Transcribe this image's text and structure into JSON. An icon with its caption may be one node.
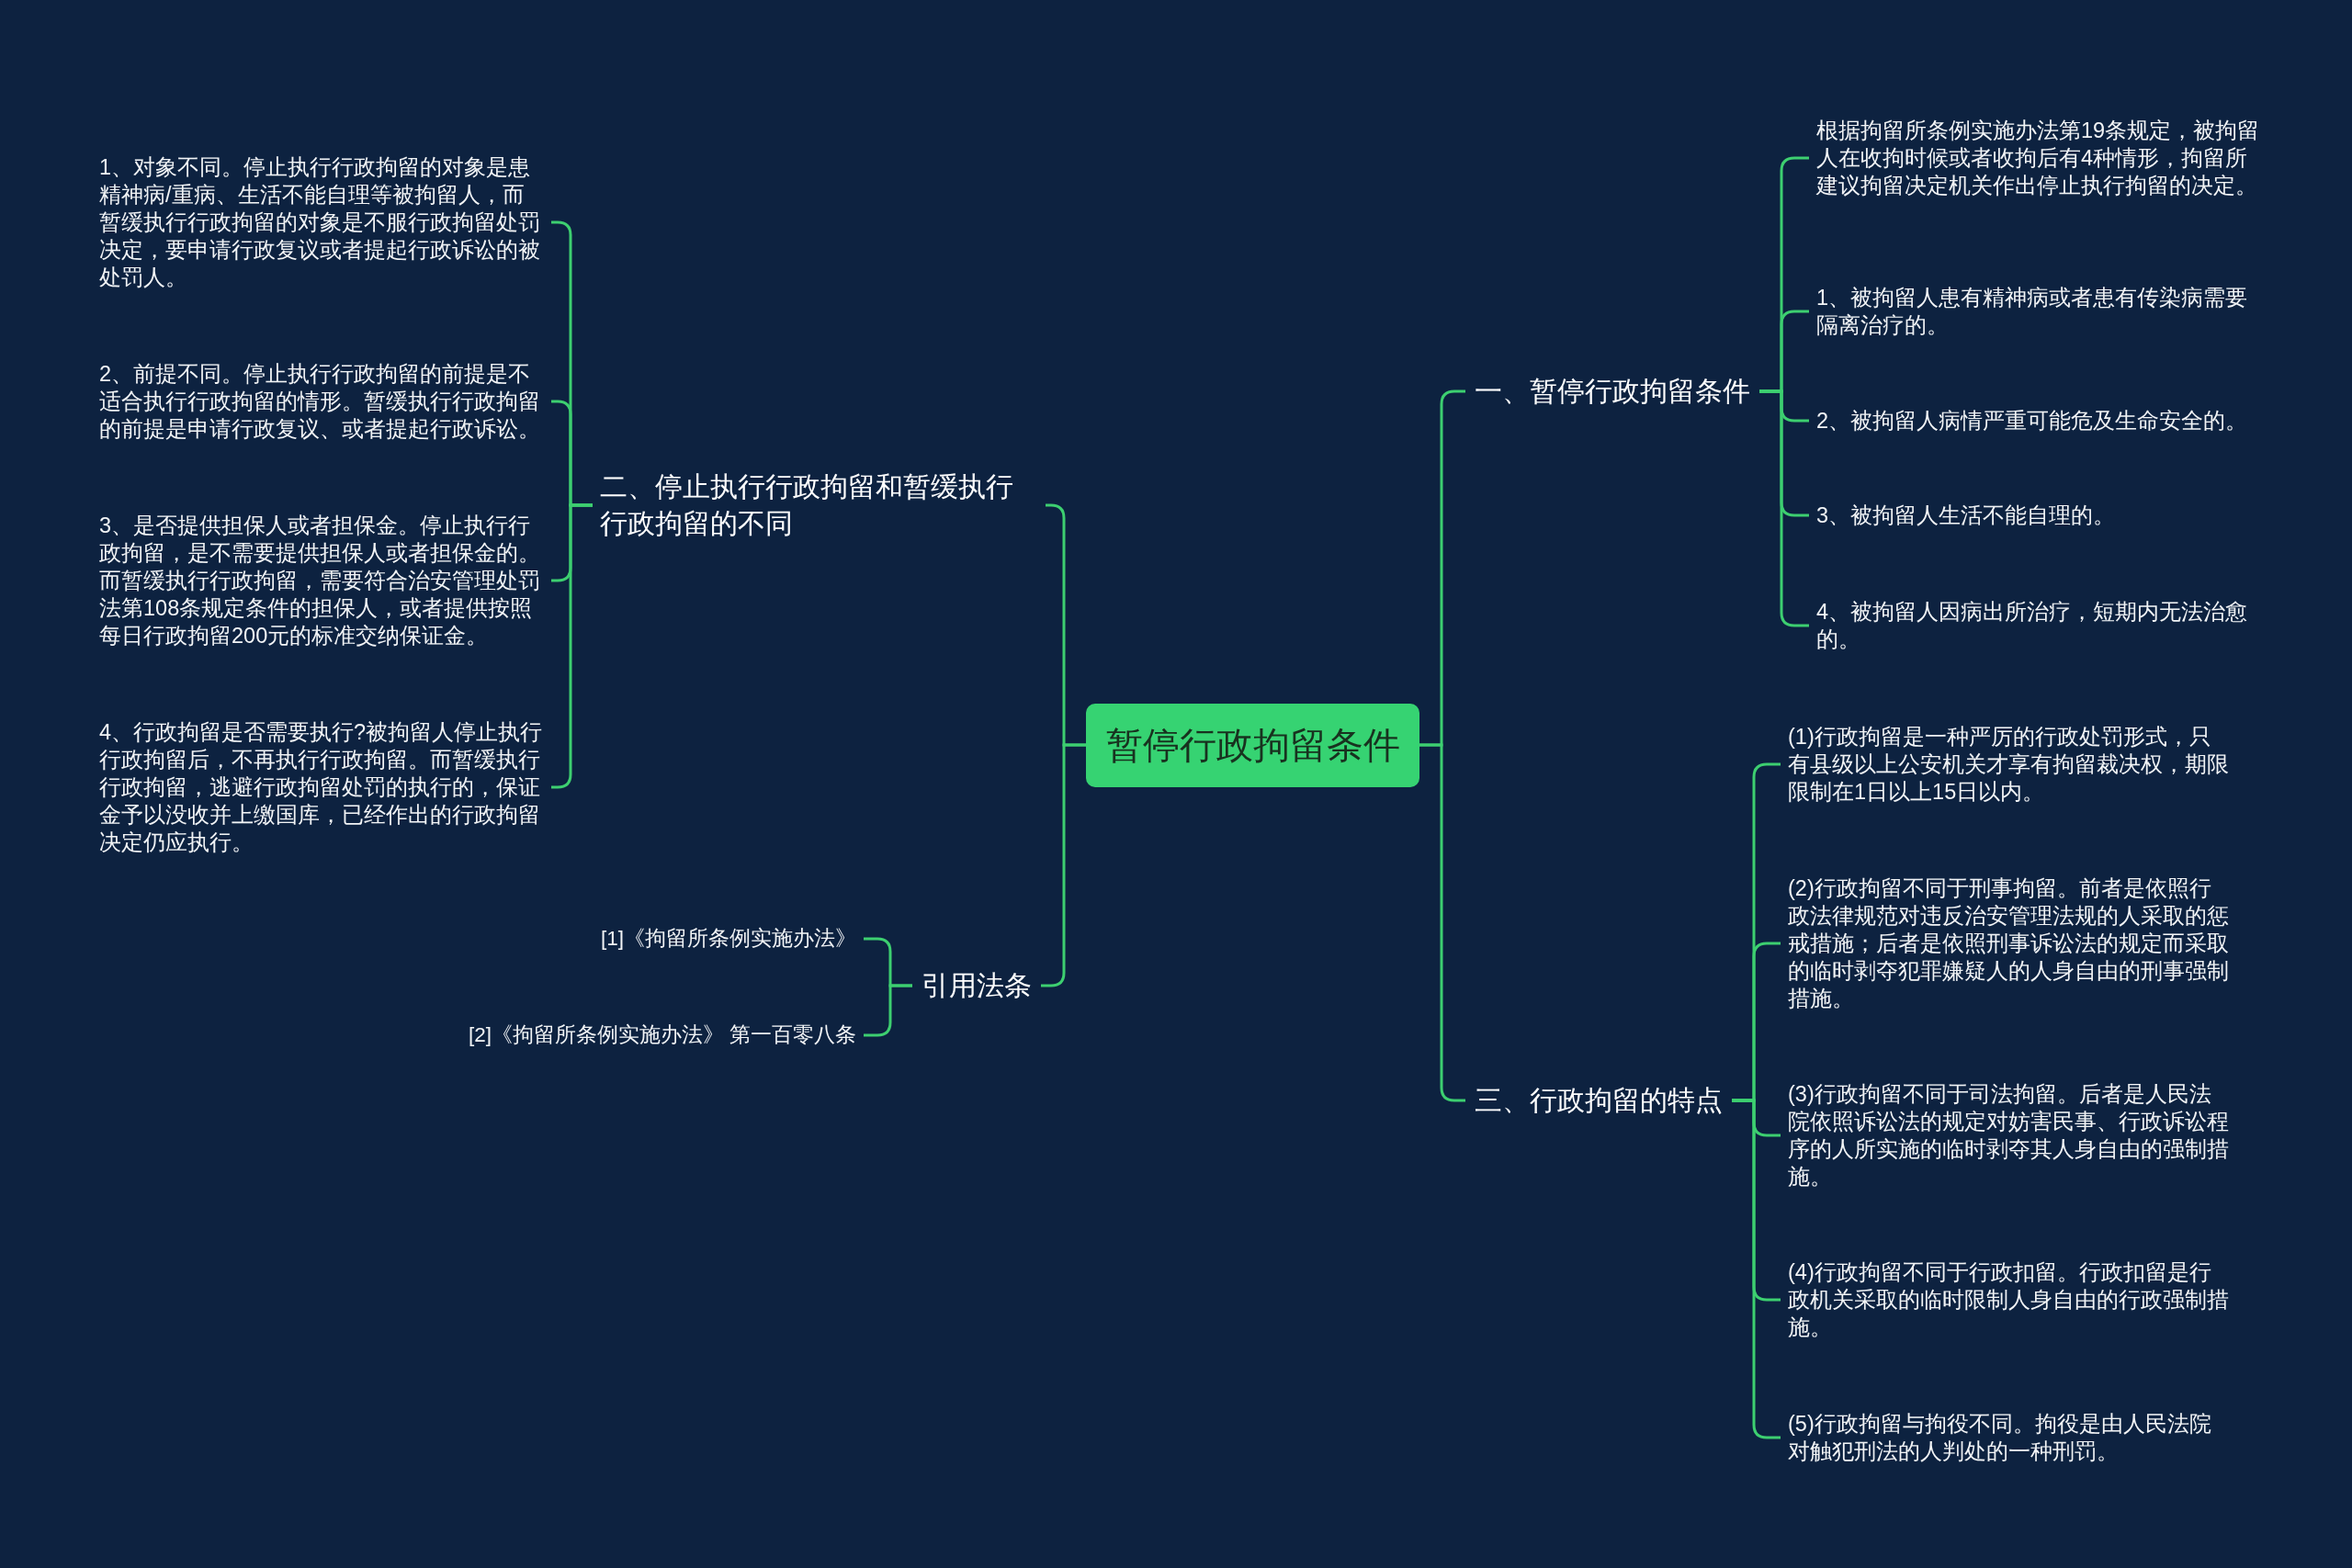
{
  "diagram": {
    "nodes": [
      {
        "text": [
          "暂停行政拘留条件"
        ]
      },
      {
        "text": [
          "一、暂停行政拘留条件"
        ]
      },
      {
        "text": [
          "根据拘留所条例实施办法第19条规定，被拘留人在收拘时候或者收拘后有4种情形，拘留所建议拘留决定机关作出停止执行拘留的决定。"
        ]
      },
      {
        "text": [
          "1、被拘留人患有精神病或者患有传染病需要隔离治疗的。"
        ]
      },
      {
        "text": [
          "2、被拘留人病情严重可能危及生命安全的。"
        ]
      },
      {
        "text": [
          "3、被拘留人生活不能自理的。"
        ]
      },
      {
        "text": [
          "4、被拘留人因病出所治疗，短期内无法治愈的。"
        ]
      },
      {
        "text": [
          "二、停止执行行政拘留和暂缓执行行政拘留的不同"
        ]
      },
      {
        "text": [
          "1、对象不同。停止执行行政拘留的对象是患精神病/重病、生活不能自理等被拘留人，而暂缓执行行政拘留的对象是不服行政拘留处罚决定，要申请行政复议或者提起行政诉讼的被处罚人。"
        ]
      },
      {
        "text": [
          "2、前提不同。停止执行行政拘留的前提是不适合执行行政拘留的情形。暂缓执行行政拘留的前提是申请行政复议、或者提起行政诉讼。"
        ]
      },
      {
        "text": [
          "3、是否提供担保人或者担保金。停止执行行政拘留，是不需要提供担保人或者担保金的。而暂缓执行行政拘留，需要符合治安管理处罚法第108条规定条件的担保人，或者提供按照每日行政拘留200元的标准交纳保证金。"
        ]
      },
      {
        "text": [
          "4、行政拘留是否需要执行?被拘留人停止执行行政拘留后，不再执行行政拘留。而暂缓执行行政拘留，逃避行政拘留处罚的执行的，保证金予以没收并上缴国库，已经作出的行政拘留决定仍应执行。"
        ]
      },
      {
        "text": [
          "三、行政拘留的特点"
        ]
      },
      {
        "text": [
          "(1)行政拘留是一种严厉的行政处罚形式，只有县级以上公安机关才享有拘留裁决权，期限限制在1日以上15日以内。"
        ]
      },
      {
        "text": [
          "(2)行政拘留不同于刑事拘留。前者是依照行政法律规范对违反治安管理法规的人采取的惩戒措施；后者是依照刑事诉讼法的规定而采取的临时剥夺犯罪嫌疑人的人身自由的刑事强制措施。"
        ]
      },
      {
        "text": [
          "(3)行政拘留不同于司法拘留。后者是人民法院依照诉讼法的规定对妨害民事、行政诉讼程序的人所实施的临时剥夺其人身自由的强制措施。"
        ]
      },
      {
        "text": [
          "(4)行政拘留不同于行政扣留。行政扣留是行政机关采取的临时限制人身自由的行政强制措施。"
        ]
      },
      {
        "text": [
          "(5)行政拘留与拘役不同。拘役是由人民法院对触犯刑法的人判处的一种刑罚。"
        ]
      },
      {
        "text": [
          "引用法条"
        ]
      },
      {
        "text": [
          "[1]《拘留所条例实施办法》"
        ]
      },
      {
        "text": [
          "[2]《拘留所条例实施办法》 第一百零八条"
        ]
      }
    ],
    "edges": [
      {
        "from": 0,
        "to": 1,
        "arrow": "none"
      },
      {
        "from": 1,
        "to": 2,
        "arrow": "none"
      },
      {
        "from": 1,
        "to": 3,
        "arrow": "none"
      },
      {
        "from": 1,
        "to": 4,
        "arrow": "none"
      },
      {
        "from": 1,
        "to": 5,
        "arrow": "none"
      },
      {
        "from": 1,
        "to": 6,
        "arrow": "none"
      },
      {
        "from": 0,
        "to": 7,
        "arrow": "none"
      },
      {
        "from": 7,
        "to": 8,
        "arrow": "none"
      },
      {
        "from": 7,
        "to": 9,
        "arrow": "none"
      },
      {
        "from": 7,
        "to": 10,
        "arrow": "none"
      },
      {
        "from": 7,
        "to": 11,
        "arrow": "none"
      },
      {
        "from": 0,
        "to": 12,
        "arrow": "none"
      },
      {
        "from": 12,
        "to": 13,
        "arrow": "none"
      },
      {
        "from": 12,
        "to": 14,
        "arrow": "none"
      },
      {
        "from": 12,
        "to": 15,
        "arrow": "none"
      },
      {
        "from": 12,
        "to": 16,
        "arrow": "none"
      },
      {
        "from": 12,
        "to": 17,
        "arrow": "none"
      },
      {
        "from": 0,
        "to": 18,
        "arrow": "none"
      },
      {
        "from": 18,
        "to": 19,
        "arrow": "none"
      },
      {
        "from": 18,
        "to": 20,
        "arrow": "none"
      }
    ]
  }
}
